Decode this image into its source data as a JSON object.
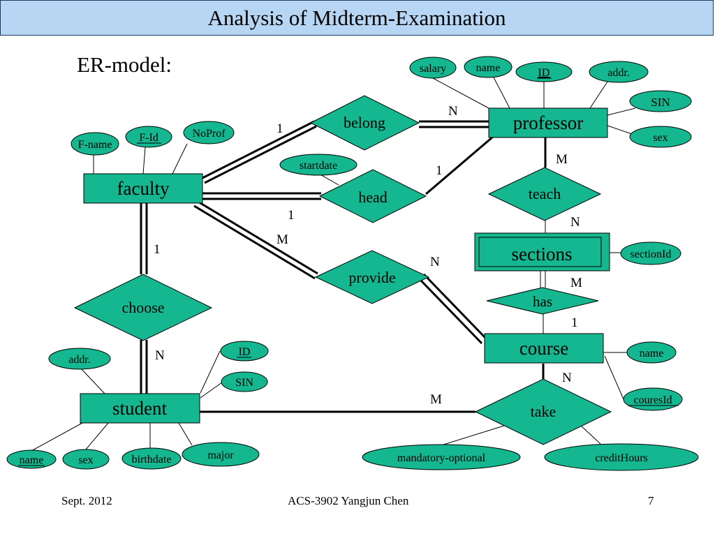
{
  "title": "Analysis of Midterm-Examination",
  "subtitle": "ER-model:",
  "footer": {
    "date": "Sept. 2012",
    "course": "ACS-3902 Yangjun Chen",
    "page": "7"
  },
  "colors": {
    "fill": "#14b78f",
    "line": "#000000",
    "title_bg": "#b7d6f3"
  },
  "entities": {
    "professor": "professor",
    "faculty": "faculty",
    "sections": "sections",
    "course": "course",
    "student": "student"
  },
  "relationships": {
    "belong": "belong",
    "head": "head",
    "teach": "teach",
    "provide": "provide",
    "has": "has",
    "choose": "choose",
    "take": "take"
  },
  "attributes": {
    "prof_salary": "salary",
    "prof_name": "name",
    "prof_id": "ID",
    "prof_addr": "addr.",
    "prof_sin": "SIN",
    "prof_sex": "sex",
    "fac_fname": "F-name",
    "fac_fid": "F-Id",
    "fac_noprof": "NoProf",
    "head_startdate": "startdate",
    "sec_id": "sectionId",
    "course_name": "name",
    "course_id": "couresId",
    "stu_addr": "addr.",
    "stu_id": "ID",
    "stu_sin": "SIN",
    "stu_name": "name",
    "stu_sex": "sex",
    "stu_birthdate": "birthdate",
    "stu_major": "major",
    "take_mand": "mandatory-optional",
    "take_credit": "creditHours"
  },
  "cardinalities": {
    "belong_faculty": "1",
    "belong_professor": "N",
    "head_professor": "1",
    "head_faculty": "1",
    "teach_professor": "M",
    "teach_sections": "N",
    "provide_faculty": "M",
    "provide_course": "N",
    "has_sections": "M",
    "has_course": "1",
    "choose_faculty": "1",
    "choose_student": "N",
    "take_course": "N",
    "take_student": "M"
  }
}
